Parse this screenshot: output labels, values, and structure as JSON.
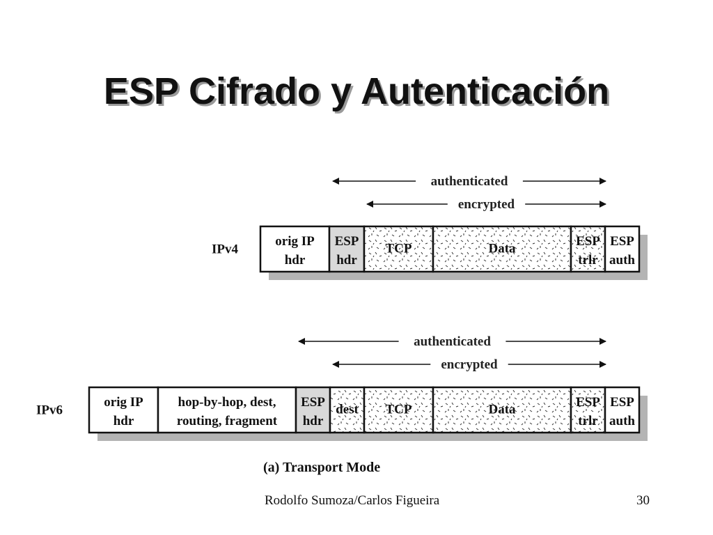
{
  "title": "ESP Cifrado y Autenticación",
  "ipv4": {
    "label": "IPv4",
    "authenticated_label": "authenticated",
    "encrypted_label": "encrypted",
    "cells": [
      {
        "line1": "orig IP",
        "line2": "hdr",
        "fill": "white"
      },
      {
        "line1": "ESP",
        "line2": "hdr",
        "fill": "gray"
      },
      {
        "line1": "TCP",
        "line2": "",
        "fill": "dotted"
      },
      {
        "line1": "Data",
        "line2": "",
        "fill": "dotted"
      },
      {
        "line1": "ESP",
        "line2": "trlr",
        "fill": "dotted"
      },
      {
        "line1": "ESP",
        "line2": "auth",
        "fill": "white"
      }
    ]
  },
  "ipv6": {
    "label": "IPv6",
    "authenticated_label": "authenticated",
    "encrypted_label": "encrypted",
    "cells": [
      {
        "line1": "orig IP",
        "line2": "hdr",
        "fill": "white"
      },
      {
        "line1": "hop-by-hop, dest,",
        "line2": "routing, fragment",
        "fill": "white"
      },
      {
        "line1": "ESP",
        "line2": "hdr",
        "fill": "gray"
      },
      {
        "line1": "dest",
        "line2": "",
        "fill": "dotted"
      },
      {
        "line1": "TCP",
        "line2": "",
        "fill": "dotted"
      },
      {
        "line1": "Data",
        "line2": "",
        "fill": "dotted"
      },
      {
        "line1": "ESP",
        "line2": "trlr",
        "fill": "dotted"
      },
      {
        "line1": "ESP",
        "line2": "auth",
        "fill": "white"
      }
    ]
  },
  "caption": "(a) Transport Mode",
  "footer": {
    "author": "Rodolfo Sumoza/Carlos Figueira",
    "page": "30"
  },
  "colors": {
    "box_stroke": "#111111",
    "shadow": "#b4b4b4",
    "gray_fill": "#d9d9d9",
    "dot": "#333333"
  }
}
